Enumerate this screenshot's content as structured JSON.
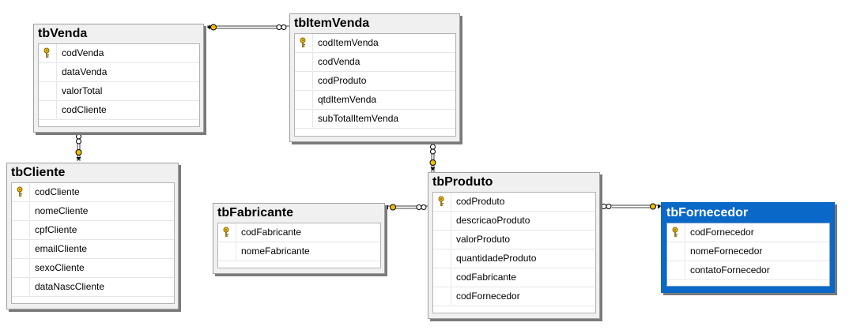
{
  "tables": [
    {
      "name": "tbVenda",
      "columns": [
        {
          "name": "codVenda",
          "key": true
        },
        {
          "name": "dataVenda",
          "key": false
        },
        {
          "name": "valorTotal",
          "key": false
        },
        {
          "name": "codCliente",
          "key": false
        }
      ]
    },
    {
      "name": "tbItemVenda",
      "columns": [
        {
          "name": "codItemVenda",
          "key": true
        },
        {
          "name": "codVenda",
          "key": false
        },
        {
          "name": "codProduto",
          "key": false
        },
        {
          "name": "qtdItemVenda",
          "key": false
        },
        {
          "name": "subTotalItemVenda",
          "key": false
        }
      ]
    },
    {
      "name": "tbCliente",
      "columns": [
        {
          "name": "codCliente",
          "key": true
        },
        {
          "name": "nomeCliente",
          "key": false
        },
        {
          "name": "cpfCliente",
          "key": false
        },
        {
          "name": "emailCliente",
          "key": false
        },
        {
          "name": "sexoCliente",
          "key": false
        },
        {
          "name": "dataNascCliente",
          "key": false
        }
      ]
    },
    {
      "name": "tbFabricante",
      "columns": [
        {
          "name": "codFabricante",
          "key": true
        },
        {
          "name": "nomeFabricante",
          "key": false
        }
      ]
    },
    {
      "name": "tbProduto",
      "columns": [
        {
          "name": "codProduto",
          "key": true
        },
        {
          "name": "descricaoProduto",
          "key": false
        },
        {
          "name": "valorProduto",
          "key": false
        },
        {
          "name": "quantidadeProduto",
          "key": false
        },
        {
          "name": "codFabricante",
          "key": false
        },
        {
          "name": "codFornecedor",
          "key": false
        }
      ]
    },
    {
      "name": "tbFornecedor",
      "selected": true,
      "columns": [
        {
          "name": "codFornecedor",
          "key": true
        },
        {
          "name": "nomeFornecedor",
          "key": false
        },
        {
          "name": "contatoFornecedor",
          "key": false
        }
      ]
    }
  ],
  "colors": {
    "selected": "#0a68c8",
    "key_icon": "#f0c000",
    "line": "#404040"
  },
  "icons": {
    "primary_key": "key-icon",
    "one_end": "key-icon",
    "many_end": "infinity-icon"
  }
}
